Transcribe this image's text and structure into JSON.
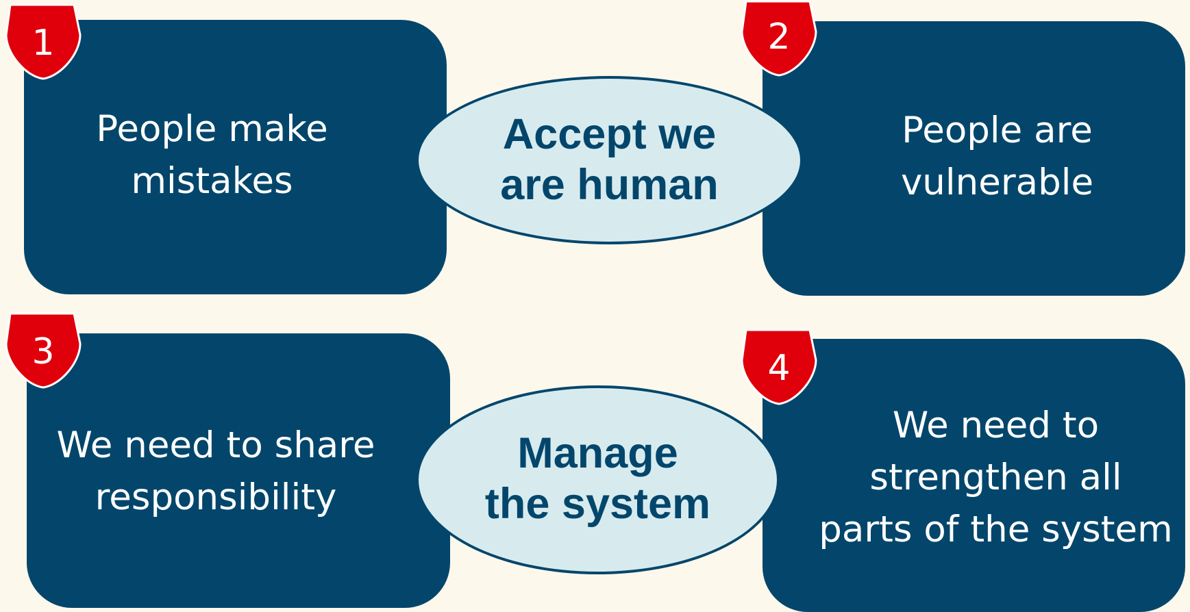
{
  "colors": {
    "background": "#fdf8ec",
    "card_fill": "#04466b",
    "oval_fill": "#d7ebef",
    "badge_fill": "#e0000b",
    "card_text": "#ffffff",
    "oval_text": "#04466b"
  },
  "cards": [
    {
      "number": "1",
      "text": "People make mistakes"
    },
    {
      "number": "2",
      "text": "People are vulnerable"
    },
    {
      "number": "3",
      "text": "We need to share responsibility"
    },
    {
      "number": "4",
      "text": "We need to strengthen all parts of the system"
    }
  ],
  "ovals": [
    {
      "text": "Accept we are human"
    },
    {
      "text": "Manage the system"
    }
  ]
}
